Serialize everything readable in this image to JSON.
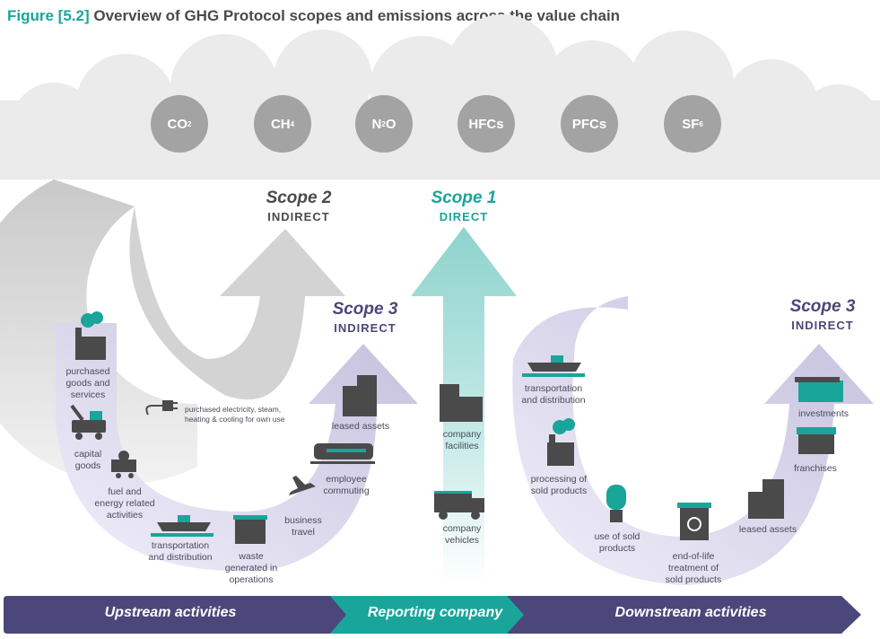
{
  "title": {
    "ref": "Figure [5.2]",
    "text": " Overview of GHG Protocol scopes and emissions across the value chain"
  },
  "gases": [
    {
      "base": "CO",
      "sub": "2"
    },
    {
      "base": "CH",
      "sub": "4"
    },
    {
      "base": "N",
      "sub": "2",
      "tail": "O"
    },
    {
      "base": "HFCs",
      "sub": ""
    },
    {
      "base": "PFCs",
      "sub": ""
    },
    {
      "base": "SF",
      "sub": "6"
    }
  ],
  "scopes": {
    "scope2": {
      "name": "Scope 2",
      "type": "INDIRECT"
    },
    "scope1": {
      "name": "Scope 1",
      "type": "DIRECT"
    },
    "scope3_upstream": {
      "name": "Scope 3",
      "type": "INDIRECT"
    },
    "scope3_downstream": {
      "name": "Scope 3",
      "type": "INDIRECT"
    }
  },
  "upstream_items": {
    "purchased_goods": "purchased\ngoods and\nservices",
    "capital_goods": "capital\ngoods",
    "fuel_energy": "fuel and\nenergy related\nactivities",
    "transportation": "transportation\nand distribution",
    "waste": "waste\ngenerated in\noperations",
    "business_travel": "business\ntravel",
    "employee_commuting": "employee\ncommuting",
    "leased_assets": "leased assets",
    "purchased_electricity": "purchased electricity, steam,\nheating & cooling for own use"
  },
  "company_items": {
    "facilities": "company\nfacilities",
    "vehicles": "company\nvehicles"
  },
  "downstream_items": {
    "transportation": "transportation\nand distribution",
    "processing": "processing of\nsold products",
    "use": "use of sold\nproducts",
    "end_of_life": "end-of-life\ntreatment of\nsold products",
    "leased_assets": "leased assets",
    "franchises": "franchises",
    "investments": "investments"
  },
  "bottom_bar": {
    "upstream": "Upstream activities",
    "reporting": "Reporting company",
    "downstream": "Downstream activities"
  },
  "colors": {
    "teal": "#1aa59a",
    "navy": "#4b477a",
    "gray_text": "#4a4a4a",
    "gas_gray": "#a3a3a3",
    "cloud": "#ebebeb",
    "lavender": "#cbc7e0",
    "icon_dark": "#4a4a4a"
  }
}
